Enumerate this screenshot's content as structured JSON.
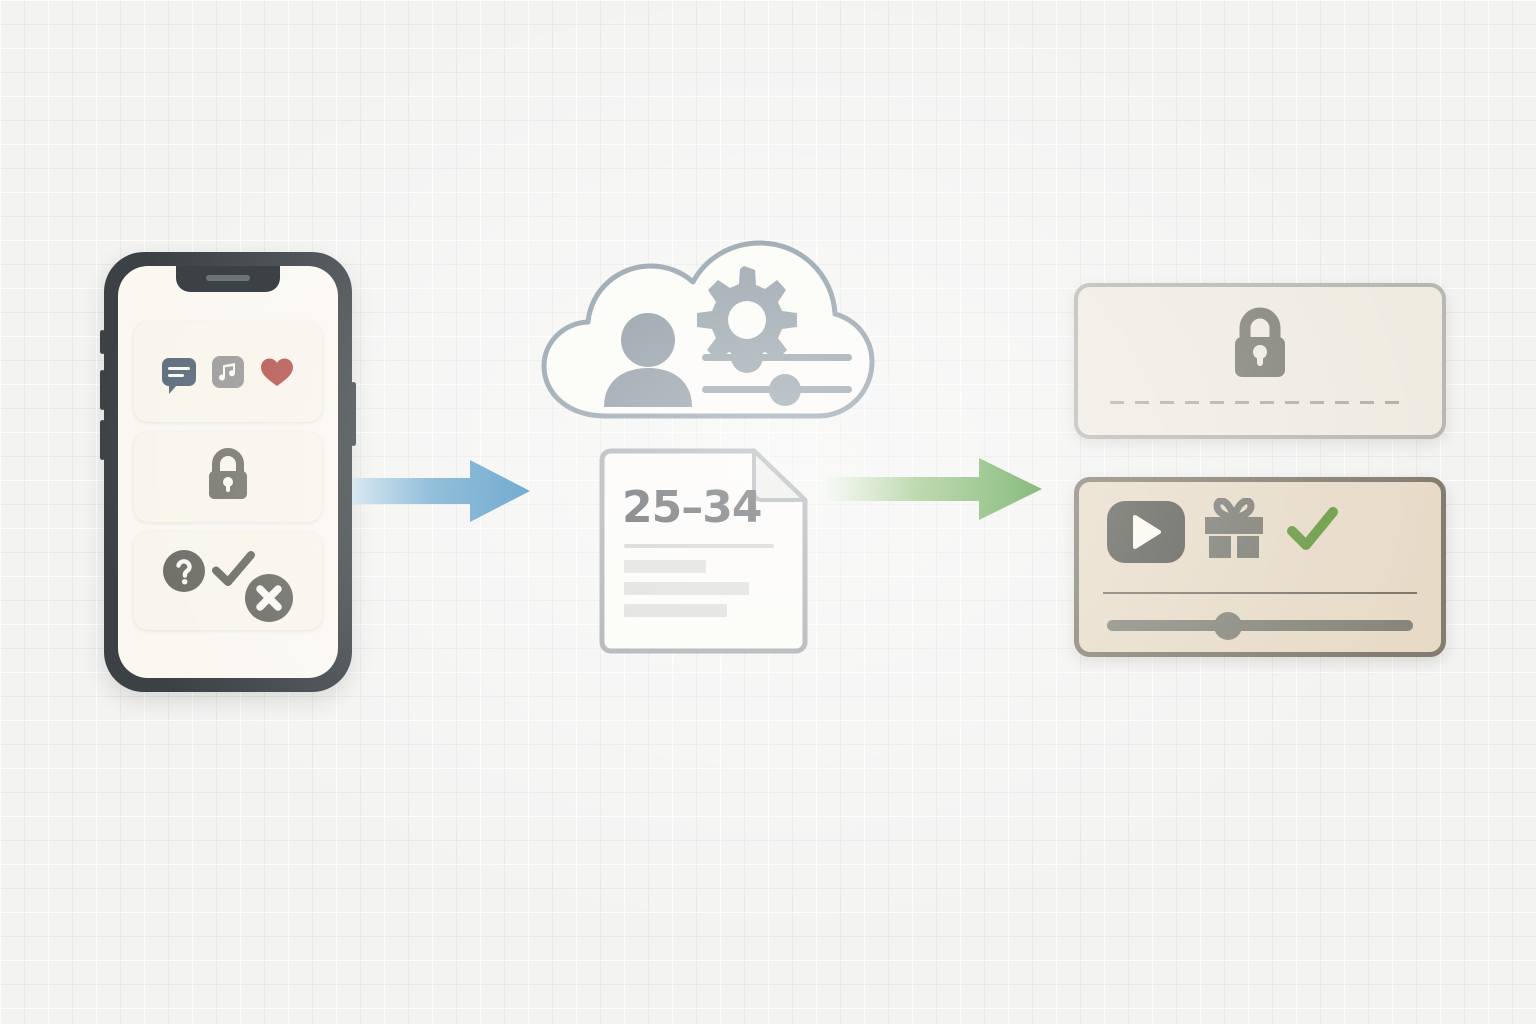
{
  "diagram": {
    "title": "Mobile data consent to personalized content flow",
    "background_color": "#f3f3f2",
    "stages": [
      {
        "id": "device",
        "label": "mobile-device"
      },
      {
        "id": "processing",
        "label": "cloud-profiling"
      },
      {
        "id": "outcome",
        "label": "content-gating"
      }
    ]
  },
  "phone": {
    "name": "smartphone",
    "frame_color": "#3b4145",
    "screen_color": "#fbf8f2",
    "notch": {
      "speaker_label": "earpiece-speaker"
    },
    "side_buttons": [
      {
        "name": "silent-switch"
      },
      {
        "name": "volume-up-button"
      },
      {
        "name": "volume-down-button"
      },
      {
        "name": "power-button"
      }
    ],
    "cards": [
      {
        "id": "apps",
        "name": "app-icons-card",
        "icons": [
          {
            "name": "chat-bubble-icon",
            "color": "#5a6b7a"
          },
          {
            "name": "music-note-icon",
            "color": "#9a9a98"
          },
          {
            "name": "heart-icon",
            "color": "#b5554f"
          }
        ]
      },
      {
        "id": "privacy",
        "name": "privacy-lock-card",
        "icons": [
          {
            "name": "lock-icon",
            "color": "#77776f"
          }
        ]
      },
      {
        "id": "consent",
        "name": "consent-choice-card",
        "icons": [
          {
            "name": "question-mark-icon",
            "color": "#6b6b64"
          },
          {
            "name": "check-icon",
            "color": "#6b6b64"
          },
          {
            "name": "x-circle-icon",
            "color": "#6b6b64"
          }
        ]
      }
    ]
  },
  "arrows": [
    {
      "name": "arrow-device-to-cloud",
      "color_start": "#cfe3ef",
      "color_end": "#2a7fb8",
      "direction": "right"
    },
    {
      "name": "arrow-cloud-to-outcome",
      "color_start": "#e9f3e4",
      "color_end": "#4e9a3f",
      "direction": "right"
    }
  ],
  "cloud": {
    "name": "cloud-profile-processing",
    "fill": "#fbfaf6",
    "stroke": "#7c8b96",
    "icons": [
      {
        "name": "user-avatar-icon",
        "color": "#73828c"
      },
      {
        "name": "gear-icon",
        "color": "#7e8d96"
      },
      {
        "name": "slider-control-icon",
        "color": "#7e8d96",
        "thumb_position_pct": 30
      },
      {
        "name": "slider-control-icon",
        "color": "#7e8d96",
        "thumb_position_pct": 55
      }
    ]
  },
  "document": {
    "name": "age-segment-document",
    "fill": "#fbfaf6",
    "stroke": "#9aa0a3",
    "headline": "25–34",
    "headline_color": "#3e4143",
    "rule_color": "#c9c9c7",
    "text_bars": [
      {
        "width_pct": 55
      },
      {
        "width_pct": 83
      },
      {
        "width_pct": 69
      }
    ]
  },
  "panels": {
    "locked": {
      "name": "locked-content-panel",
      "background": "#f0ebe1",
      "border_color": "#b9b7b1",
      "icon": {
        "name": "lock-icon",
        "color": "#83837b"
      },
      "placeholder_style": "dashed-line",
      "placeholder_color": "#b3b0a8"
    },
    "unlocked": {
      "name": "unlocked-content-panel",
      "background": "#e7dbc8",
      "border_color": "#827d70",
      "icons": [
        {
          "name": "play-button-icon",
          "color": "#5e5e57"
        },
        {
          "name": "gift-icon",
          "color": "#7d7d75"
        },
        {
          "name": "check-icon",
          "color": "#6b9b45"
        }
      ],
      "divider_color": "#7d786c",
      "slider": {
        "name": "progress-slider",
        "track_color": "#87867c",
        "thumb_color": "#87867c",
        "value_pct": 35
      }
    }
  }
}
